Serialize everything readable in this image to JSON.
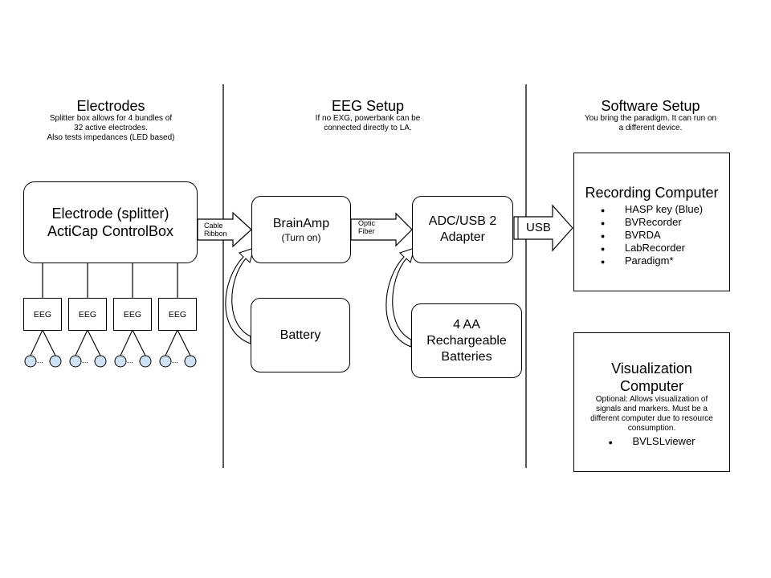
{
  "sections": {
    "electrodes": {
      "title": "Electrodes",
      "subtitle_lines": [
        "Splitter box allows for 4 bundles of",
        "32 active electrodes.",
        "Also tests impedances (LED based)"
      ]
    },
    "eeg_setup": {
      "title": "EEG Setup",
      "subtitle_lines": [
        "If no EXG, powerbank can be",
        "connected directly to LA."
      ]
    },
    "software_setup": {
      "title": "Software Setup",
      "subtitle_lines": [
        "You bring the paradigm. It can run on",
        "a different device."
      ]
    }
  },
  "nodes": {
    "controlbox": {
      "lines": [
        "Electrode (splitter)",
        "ActiCap ControlBox"
      ]
    },
    "brainamp": {
      "title": "BrainAmp",
      "subtitle": "(Turn on)"
    },
    "battery": {
      "label": "Battery"
    },
    "adapter": {
      "lines": [
        "ADC/USB 2",
        "Adapter"
      ]
    },
    "batteries": {
      "lines": [
        "4 AA",
        "Rechargeable",
        "Batteries"
      ]
    },
    "recording": {
      "title": "Recording Computer",
      "items": [
        "HASP key (Blue)",
        "BVRecorder",
        "BVRDA",
        "LabRecorder",
        "Paradigm*"
      ]
    },
    "visualization": {
      "title_lines": [
        "Visualization",
        "Computer"
      ],
      "description_lines": [
        "Optional: Allows visualization of",
        "signals and markers. Must be a",
        "different computer due to resource",
        "consumption."
      ],
      "items": [
        "BVLSLviewer"
      ]
    }
  },
  "eeg_bundles": [
    {
      "label": "EEG",
      "ellipsis": "..."
    },
    {
      "label": "EEG",
      "ellipsis": "..."
    },
    {
      "label": "EEG",
      "ellipsis": "..."
    },
    {
      "label": "EEG",
      "ellipsis": "..."
    }
  ],
  "connectors": {
    "cable": {
      "lines": [
        "Cable",
        "Ribbon"
      ]
    },
    "optic": {
      "lines": [
        "Optic",
        "Fiber"
      ]
    },
    "usb": {
      "label": "USB"
    }
  },
  "colors": {
    "line": "#000000",
    "electrode_fill": "#cfe2f3",
    "box_fill": "#ffffff"
  }
}
